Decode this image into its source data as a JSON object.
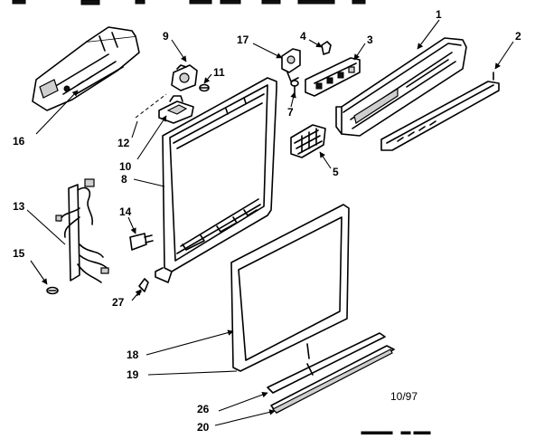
{
  "diagram": {
    "date_code": "10/97",
    "part_numbers": {
      "p1": "1",
      "p2": "2",
      "p3": "3",
      "p4": "4",
      "p5": "5",
      "p7": "7",
      "p8": "8",
      "p9": "9",
      "p10": "10",
      "p11": "11",
      "p12": "12",
      "p13": "13",
      "p14": "14",
      "p15": "15",
      "p16": "16",
      "p17": "17",
      "p18": "18",
      "p19": "19",
      "p20": "20",
      "p26": "26",
      "p27": "27"
    }
  }
}
